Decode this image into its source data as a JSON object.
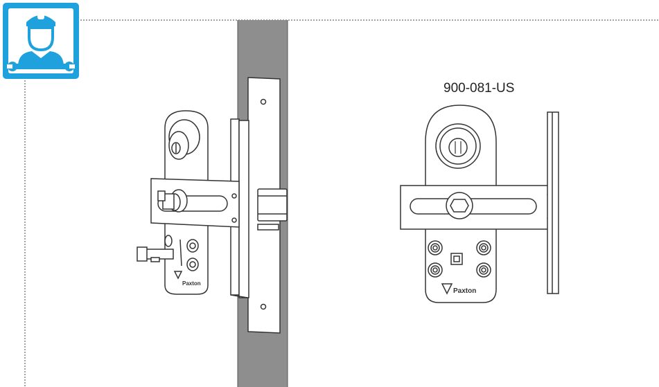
{
  "header": {
    "icon": "installer-technician-icon",
    "accent_color": "#1ea1dc"
  },
  "product": {
    "model_number": "900-081-US",
    "brand_label_left": "Paxton",
    "brand_label_right": "Paxton"
  },
  "colors": {
    "door": "#8e8e8e",
    "line": "#333333",
    "dashed_guide": "#444444"
  }
}
